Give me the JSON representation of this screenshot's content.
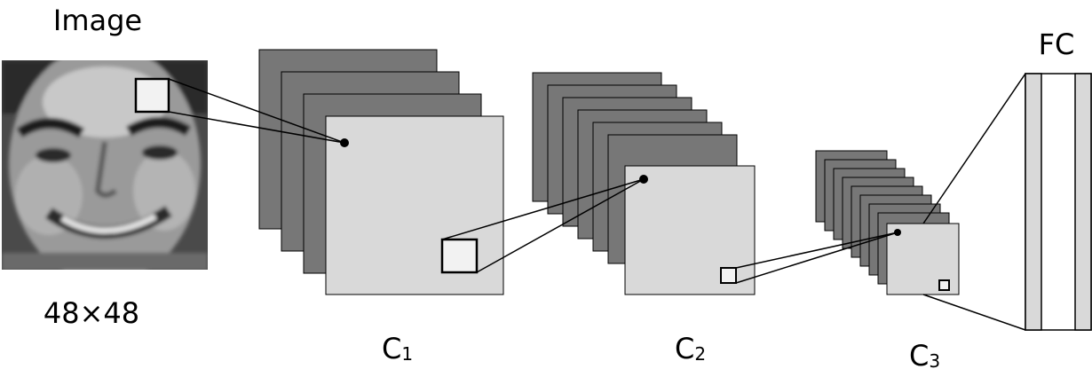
{
  "image_title": "Image",
  "image_size": "48×48",
  "layers": [
    {
      "letter": "C",
      "sub": "1"
    },
    {
      "letter": "C",
      "sub": "2"
    },
    {
      "letter": "C",
      "sub": "3"
    }
  ],
  "fc_label": "FC",
  "colors": {
    "back_map": "#777777",
    "front_map": "#d9d9d9",
    "patch": "#f2f2f2",
    "fc_band": "#d9d9d9",
    "stroke": "#000000"
  }
}
